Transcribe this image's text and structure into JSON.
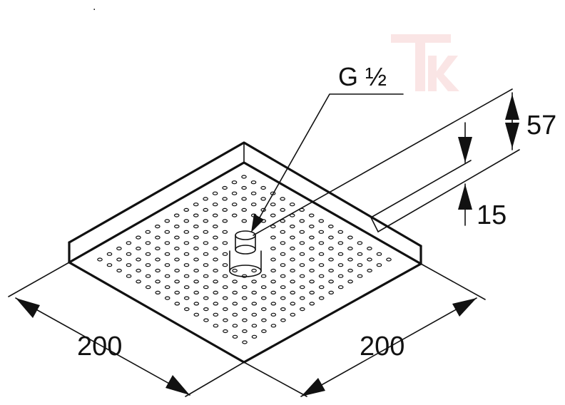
{
  "drawing": {
    "thread_label": "G ½",
    "dimensions": {
      "width_left": "200",
      "width_right": "200",
      "height_total": "57",
      "plate_height": "15"
    },
    "watermark": "TK",
    "small_mark": "."
  }
}
